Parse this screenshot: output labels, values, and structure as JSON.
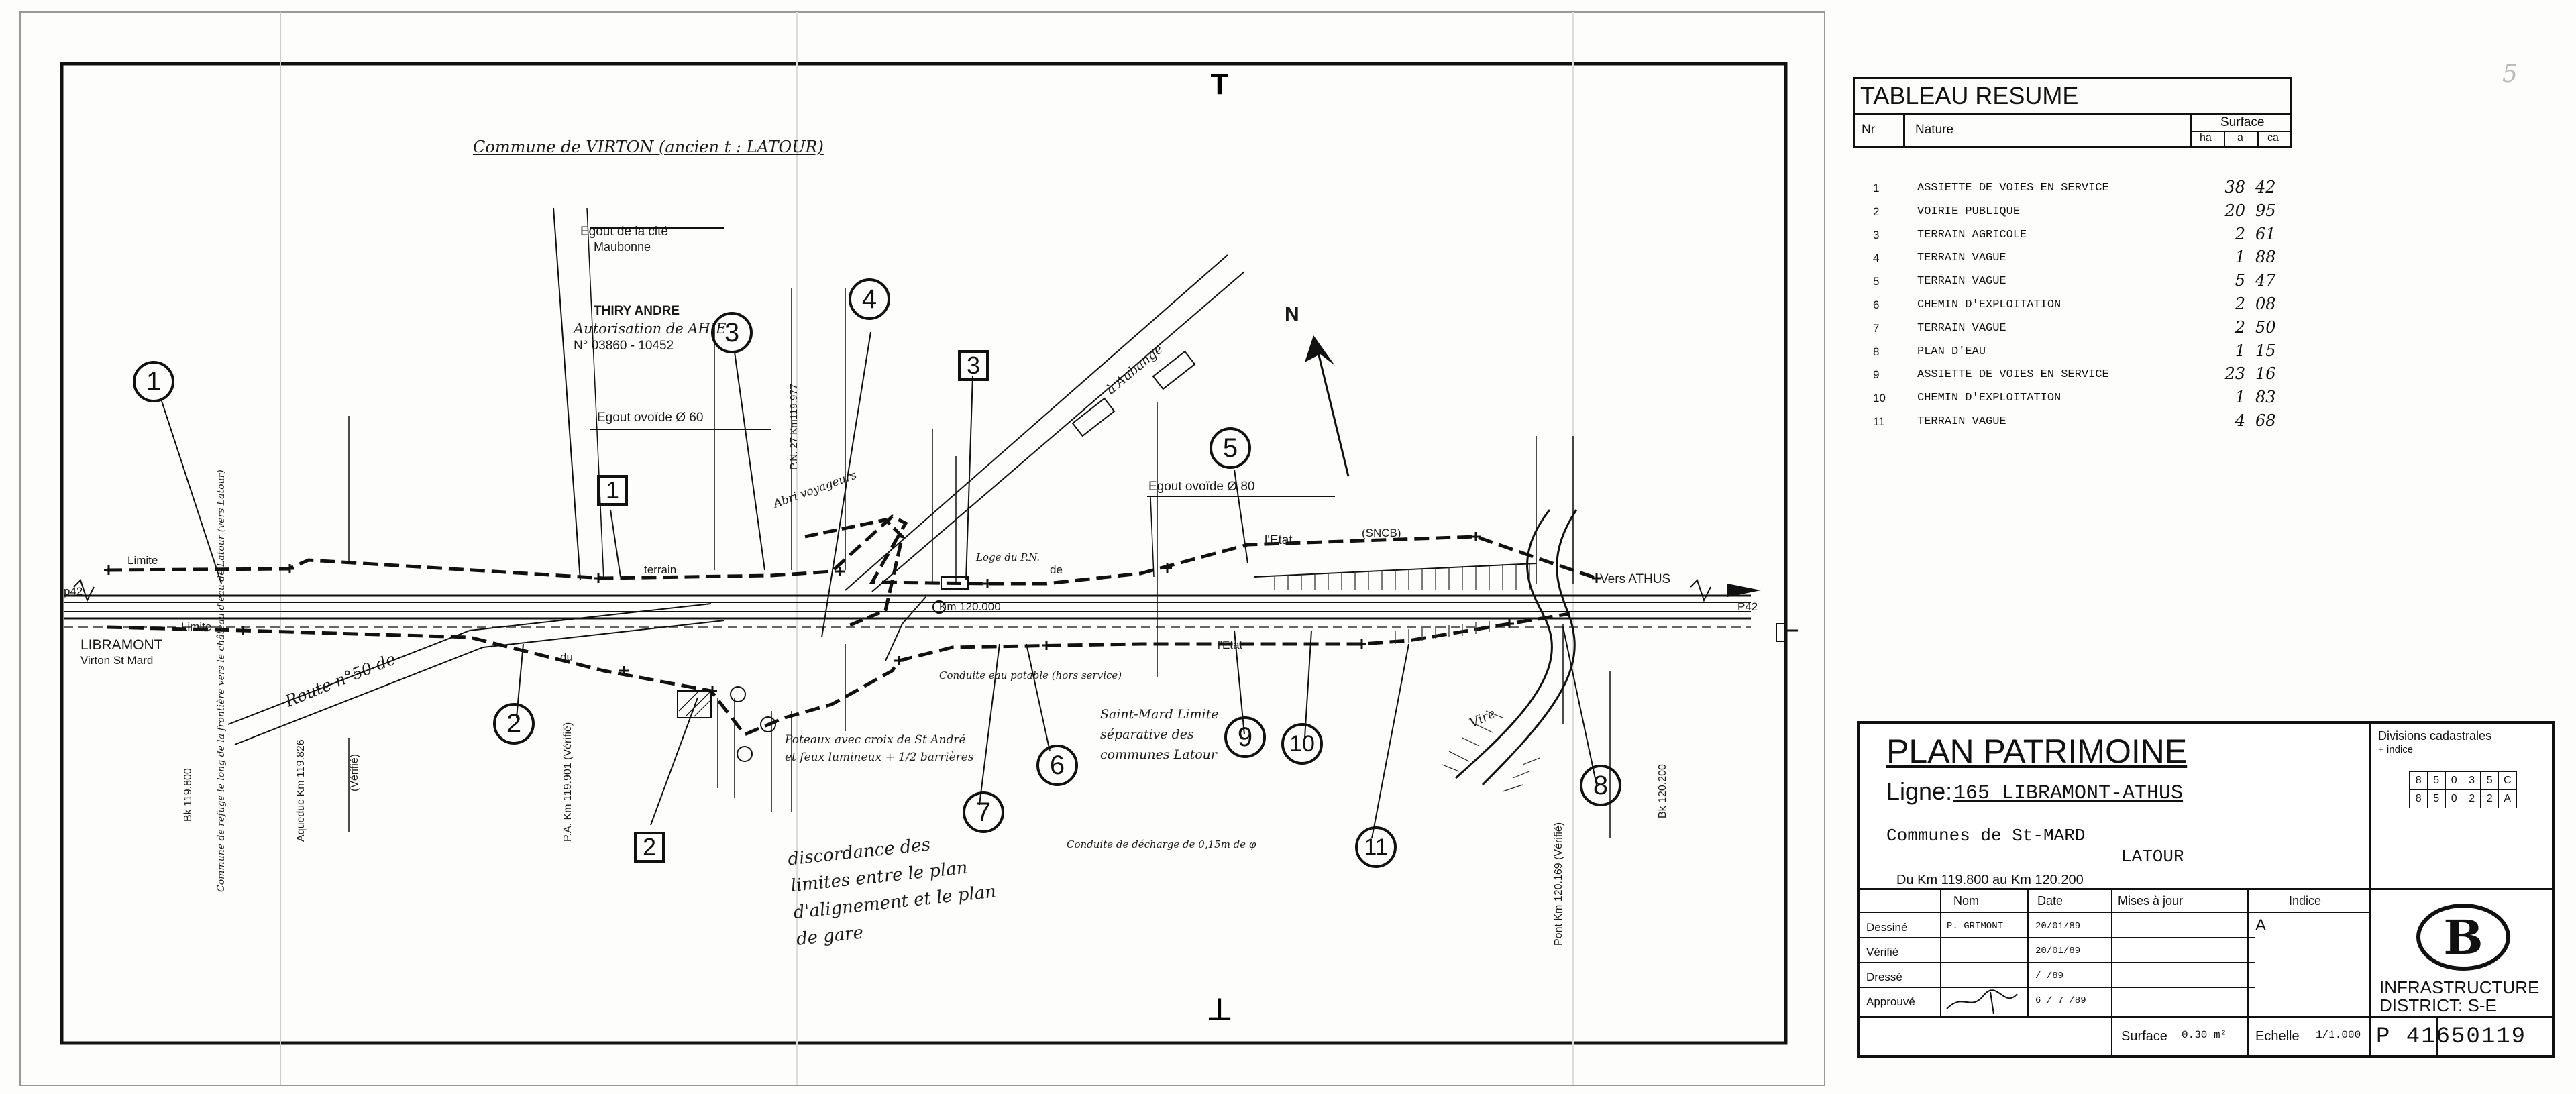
{
  "plan": {
    "commune_header": "Commune de VIRTON (ancien t : LATOUR)",
    "labels": {
      "egout_cite": "Egout de la cité",
      "maubonne": "Maubonne",
      "thiry": "THIRY ANDRE",
      "autorisation": "Autorisation de AHIE",
      "autorisation_no": "N° 03860 - 10452",
      "egout_ovoide_60": "Egout ovoïde Ø 60",
      "egout_ovoide_80": "Egout ovoïde Ø 80",
      "abri_voyageurs": "Abri voyageurs",
      "limite_left": "Limite",
      "limite_left2": "Limite",
      "terrain": "terrain",
      "du": "du",
      "libramont": "LIBRAMONT",
      "virton_st_mard": "Virton St Mard",
      "p42_left": "p42",
      "p42_right": "P42",
      "vers_athus": "Vers ATHUS",
      "km_120": "Km 120.000",
      "letat": "l'Etat",
      "sncb": "(SNCB)",
      "de": "de",
      "l_etat2": "l'Etat",
      "route": "Route n°50 de",
      "pn27": "P.N. 27 Km119.977",
      "aubange": "à Aubange",
      "loge_pn": "Loge du P.N.",
      "pa_km": "P.A. Km 119.901 (Vérifié)",
      "aqueduc": "Aqueduc Km 119.826",
      "verifie": "(Vérifié)",
      "pont_km": "Pont Km 120.169 (Vérifié)",
      "km_119800": "Bk 119.800",
      "km_120200": "Bk 120.200",
      "vire": "Vire",
      "conduite": "Conduite eau potable (hors service)",
      "conduite_decharge": "Conduite de décharge de 0,15m de φ",
      "poteaux": "Poteaux avec croix de St André et feux lumineux + 1/2 barrières",
      "discordance": "discordance des limites entre le plan d'alignement et le plan de gare",
      "saint_mard": "Saint-Mard Limite séparative des communes Latour",
      "commune_left": "Commune de refuge le long de la frontière vers le château d'eau de Latour (vers Latour)",
      "north": "N"
    },
    "callouts": [
      "1",
      "2",
      "3",
      "4",
      "5",
      "6",
      "7",
      "8",
      "9",
      "10",
      "11"
    ],
    "boxed": [
      "1",
      "2",
      "3"
    ]
  },
  "summary": {
    "title": "TABLEAU RESUME",
    "col_nr": "Nr",
    "col_nature": "Nature",
    "col_surface": "Surface",
    "col_ha": "ha",
    "col_a": "a",
    "col_ca": "ca",
    "rows": [
      {
        "nr": "1",
        "nature": "ASSIETTE DE VOIES EN SERVICE",
        "ha": "38",
        "a": "42"
      },
      {
        "nr": "2",
        "nature": "VOIRIE PUBLIQUE",
        "ha": "20",
        "a": "95"
      },
      {
        "nr": "3",
        "nature": "TERRAIN AGRICOLE",
        "ha": "2",
        "a": "61"
      },
      {
        "nr": "4",
        "nature": "TERRAIN VAGUE",
        "ha": "1",
        "a": "88"
      },
      {
        "nr": "5",
        "nature": "TERRAIN VAGUE",
        "ha": "5",
        "a": "47"
      },
      {
        "nr": "6",
        "nature": "CHEMIN D'EXPLOITATION",
        "ha": "2",
        "a": "08"
      },
      {
        "nr": "7",
        "nature": "TERRAIN VAGUE",
        "ha": "2",
        "a": "50"
      },
      {
        "nr": "8",
        "nature": "PLAN D'EAU",
        "ha": "1",
        "a": "15"
      },
      {
        "nr": "9",
        "nature": "ASSIETTE DE VOIES EN SERVICE",
        "ha": "23",
        "a": "16"
      },
      {
        "nr": "10",
        "nature": "CHEMIN D'EXPLOITATION",
        "ha": "1",
        "a": "83"
      },
      {
        "nr": "11",
        "nature": "TERRAIN VAGUE",
        "ha": "4",
        "a": "68"
      }
    ]
  },
  "titleblock": {
    "plan_title": "PLAN PATRIMOINE",
    "ligne_label": "Ligne:",
    "ligne_value": "165 LIBRAMONT-ATHUS",
    "communes": "Communes de St-MARD",
    "communes2": "LATOUR",
    "km_range": "Du Km 119.800 au Km 120.200",
    "divisions_label": "Divisions cadastrales",
    "indice_label": "+ indice",
    "cadastre_row1": [
      "8",
      "5",
      "0",
      "3",
      "5",
      "C"
    ],
    "cadastre_row2": [
      "8",
      "5",
      "0",
      "2",
      "2",
      "A"
    ],
    "col_nom": "Nom",
    "col_date": "Date",
    "col_mises": "Mises à jour",
    "col_indice": "Indice",
    "rows": [
      {
        "label": "Dessiné",
        "nom": "P. GRIMONT",
        "date": "20/01/89"
      },
      {
        "label": "Vérifié",
        "nom": "",
        "date": "20/01/89"
      },
      {
        "label": "Dressé",
        "nom": "",
        "date": "/ /89"
      },
      {
        "label": "Approuvé",
        "nom": "",
        "date": "6 / 7 /89"
      }
    ],
    "indice_letter": "A",
    "surface_label": "Surface",
    "surface_value": "0.30 m²",
    "echelle_label": "Echelle",
    "echelle_value": "1/1.000",
    "infra1": "INFRASTRUCTURE",
    "infra2": "DISTRICT: S-E",
    "logo_letter": "B",
    "plan_number": "P 41650119"
  },
  "corner_mark": "5"
}
